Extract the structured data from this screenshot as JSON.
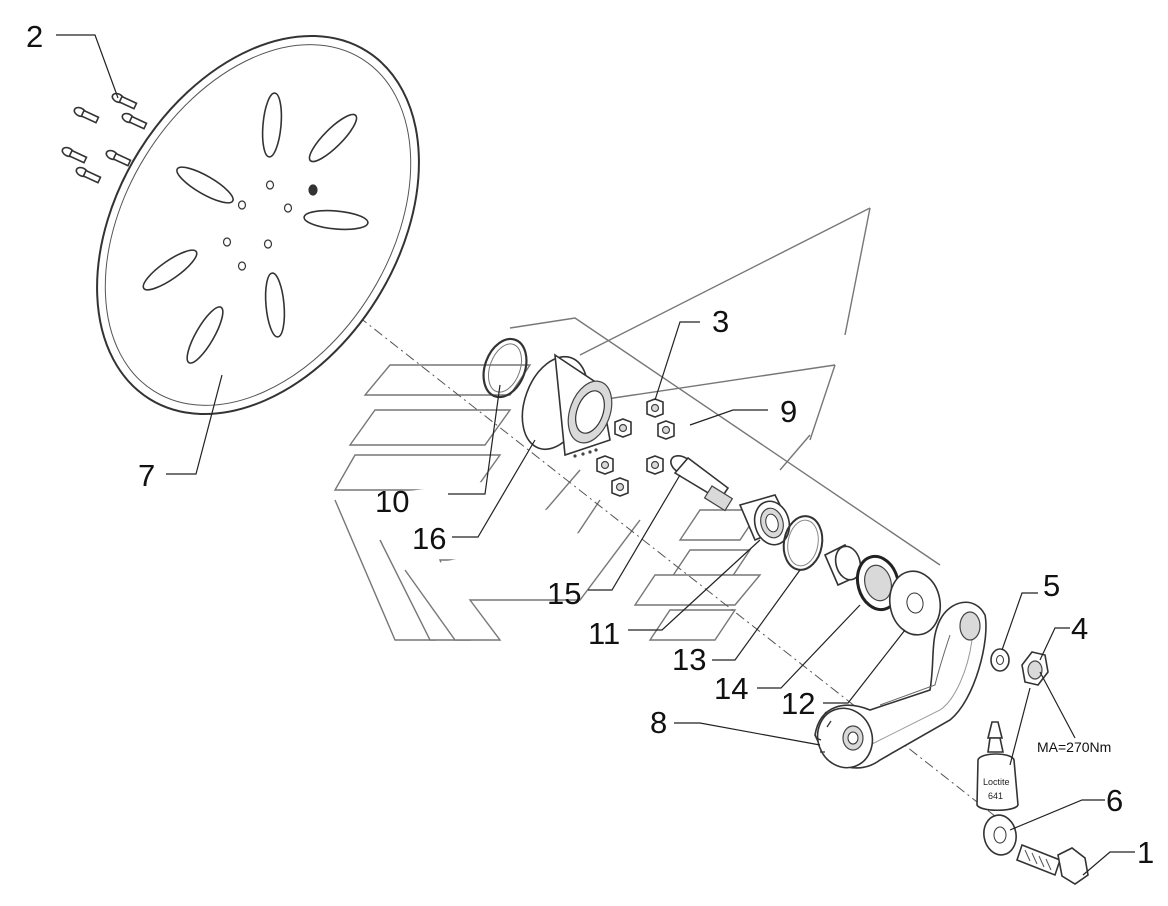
{
  "callouts": {
    "c1": "1",
    "c2": "2",
    "c3": "3",
    "c4": "4",
    "c5": "5",
    "c6": "6",
    "c7": "7",
    "c8": "8",
    "c9": "9",
    "c10": "10",
    "c11": "11",
    "c12": "12",
    "c13": "13",
    "c14": "14",
    "c15": "15",
    "c16": "16"
  },
  "torque_note": "MA=270Nm",
  "adhesive": {
    "name": "Loctite",
    "grade": "641"
  }
}
